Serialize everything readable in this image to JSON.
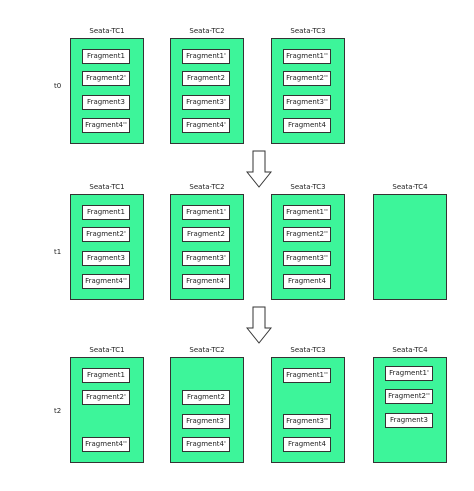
{
  "rows": [
    {
      "label": "t0",
      "tcs": [
        {
          "title": "Seata-TC1",
          "fragments": [
            "Fragment1",
            "Fragment2'",
            "Fragment3",
            "Fragment4''"
          ]
        },
        {
          "title": "Seata-TC2",
          "fragments": [
            "Fragment1'",
            "Fragment2",
            "Fragment3'",
            "Fragment4'"
          ]
        },
        {
          "title": "Seata-TC3",
          "fragments": [
            "Fragment1''",
            "Fragment2''",
            "Fragment3''",
            "Fragment4"
          ]
        }
      ]
    },
    {
      "label": "t1",
      "tcs": [
        {
          "title": "Seata-TC1",
          "fragments": [
            "Fragment1",
            "Fragment2'",
            "Fragment3",
            "Fragment4''"
          ]
        },
        {
          "title": "Seata-TC2",
          "fragments": [
            "Fragment1'",
            "Fragment2",
            "Fragment3'",
            "Fragment4'"
          ]
        },
        {
          "title": "Seata-TC3",
          "fragments": [
            "Fragment1''",
            "Fragment2''",
            "Fragment3''",
            "Fragment4"
          ]
        },
        {
          "title": "Seata-TC4",
          "fragments": []
        }
      ]
    },
    {
      "label": "t2",
      "tcs": [
        {
          "title": "Seata-TC1",
          "fragments": [
            "Fragment1",
            "Fragment2'",
            "",
            "Fragment4''"
          ]
        },
        {
          "title": "Seata-TC2",
          "fragments": [
            "",
            "Fragment2",
            "Fragment3'",
            "Fragment4'"
          ]
        },
        {
          "title": "Seata-TC3",
          "fragments": [
            "Fragment1''",
            "",
            "Fragment3''",
            "Fragment4"
          ]
        },
        {
          "title": "Seata-TC4",
          "fragments": [
            "Fragment1'",
            "Fragment2''",
            "Fragment3"
          ]
        }
      ]
    }
  ],
  "colors": {
    "tc_fill": "#3df59a",
    "border": "#333333"
  }
}
